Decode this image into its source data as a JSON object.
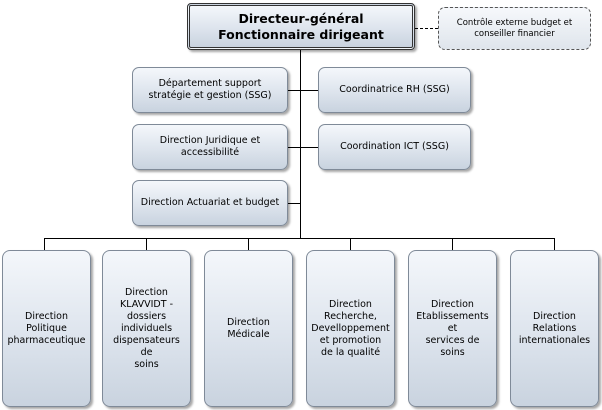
{
  "top": {
    "line1": "Directeur-général",
    "line2": "Fonctionnaire dirigeant"
  },
  "external": "Contrôle externe budget et\nconseiller financier",
  "staff": {
    "support": "Département support\nstratégie et gestion (SSG)",
    "rh": "Coordinatrice RH (SSG)",
    "juridique": "Direction Juridique et\naccessibilité",
    "ict": "Coordination ICT (SSG)",
    "actuariat": "Direction Actuariat et budget"
  },
  "directions": [
    "Direction\nPolitique\npharmaceutique",
    "Direction\nKLAVVIDT -\ndossiers\nindividuels\ndispensateurs de\nsoins",
    "Direction\nMédicale",
    "Direction\nRecherche,\nDevelloppement\net promotion\nde la qualité",
    "Direction\nEtablissements et\nservices de soins",
    "Direction\nRelations\ninternationales"
  ]
}
